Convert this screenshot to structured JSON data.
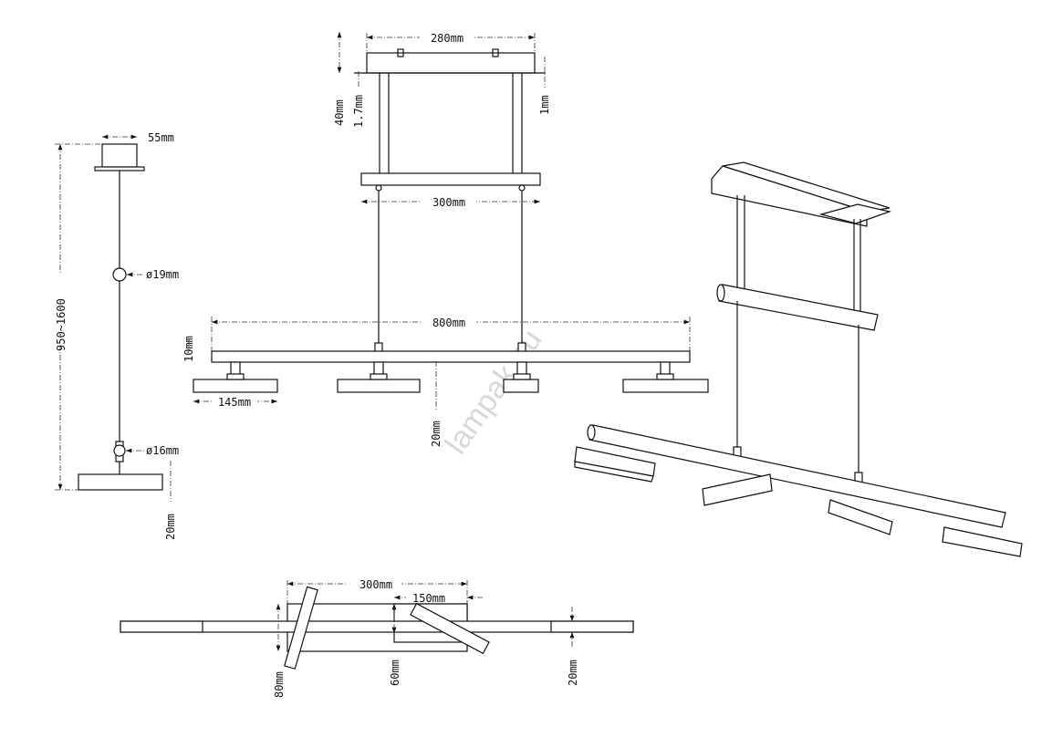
{
  "watermark": "lampak.hu",
  "front_view": {
    "canopy_width": "280mm",
    "canopy_height": "40mm",
    "plate_thickness": "1.7mm",
    "gap": "1mm",
    "bar_width": "300mm",
    "total_width": "800mm",
    "bar_height": "10mm",
    "head_width": "145mm",
    "head_height": "20mm"
  },
  "side_view": {
    "canopy_width": "55mm",
    "height_range": "950~1600",
    "upper_ball": "ø19mm",
    "lower_ball": "ø16mm",
    "head_height": "20mm"
  },
  "bottom_view": {
    "canopy_width": "300mm",
    "half_width": "150mm",
    "canopy_depth": "80mm",
    "inner_depth": "60mm",
    "head_depth": "20mm"
  }
}
